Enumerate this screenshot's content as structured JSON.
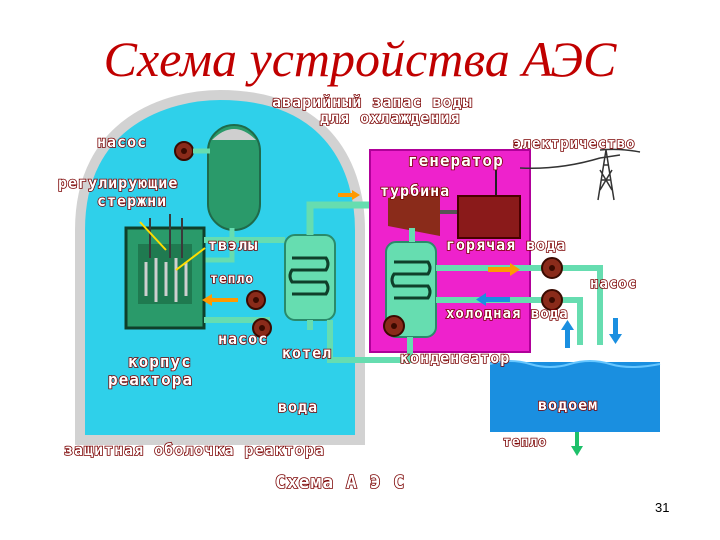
{
  "slide": {
    "title": "Схема устройства АЭС",
    "page_number": "31"
  },
  "labels": {
    "emergency_water": "аварийный запас воды",
    "for_cooling": "для охлаждения",
    "pump_left": "насос",
    "electricity": "электричество",
    "generator": "генератор",
    "control_rods_1": "регулирующие",
    "control_rods_2": "стержни",
    "turbine": "турбина",
    "fuel_rods": "твэлы",
    "hot_water": "горячая вода",
    "heat_left": "тепло",
    "pump_right": "насос",
    "cold_water": "холодная вода",
    "pump_bottom": "насос",
    "boiler": "котел",
    "condenser": "конденсатор",
    "vessel_1": "корпус",
    "vessel_2": "реактора",
    "reservoir": "водоем",
    "water": "вода",
    "containment": "защитная оболочка реактора",
    "heat_bottom": "тепло",
    "scheme_caption": "Схема А Э С"
  },
  "colors": {
    "containment": "#2fd0ea",
    "water_blue": "#1a8fe0",
    "turbine_hall": "#ee22cc",
    "reactor": "#2a9a6a",
    "pipe": "#66ddb0",
    "pump": "#8a2b1a",
    "label_text": "#ffffff",
    "label_outline": "#7a0000",
    "title": "#c00000"
  }
}
